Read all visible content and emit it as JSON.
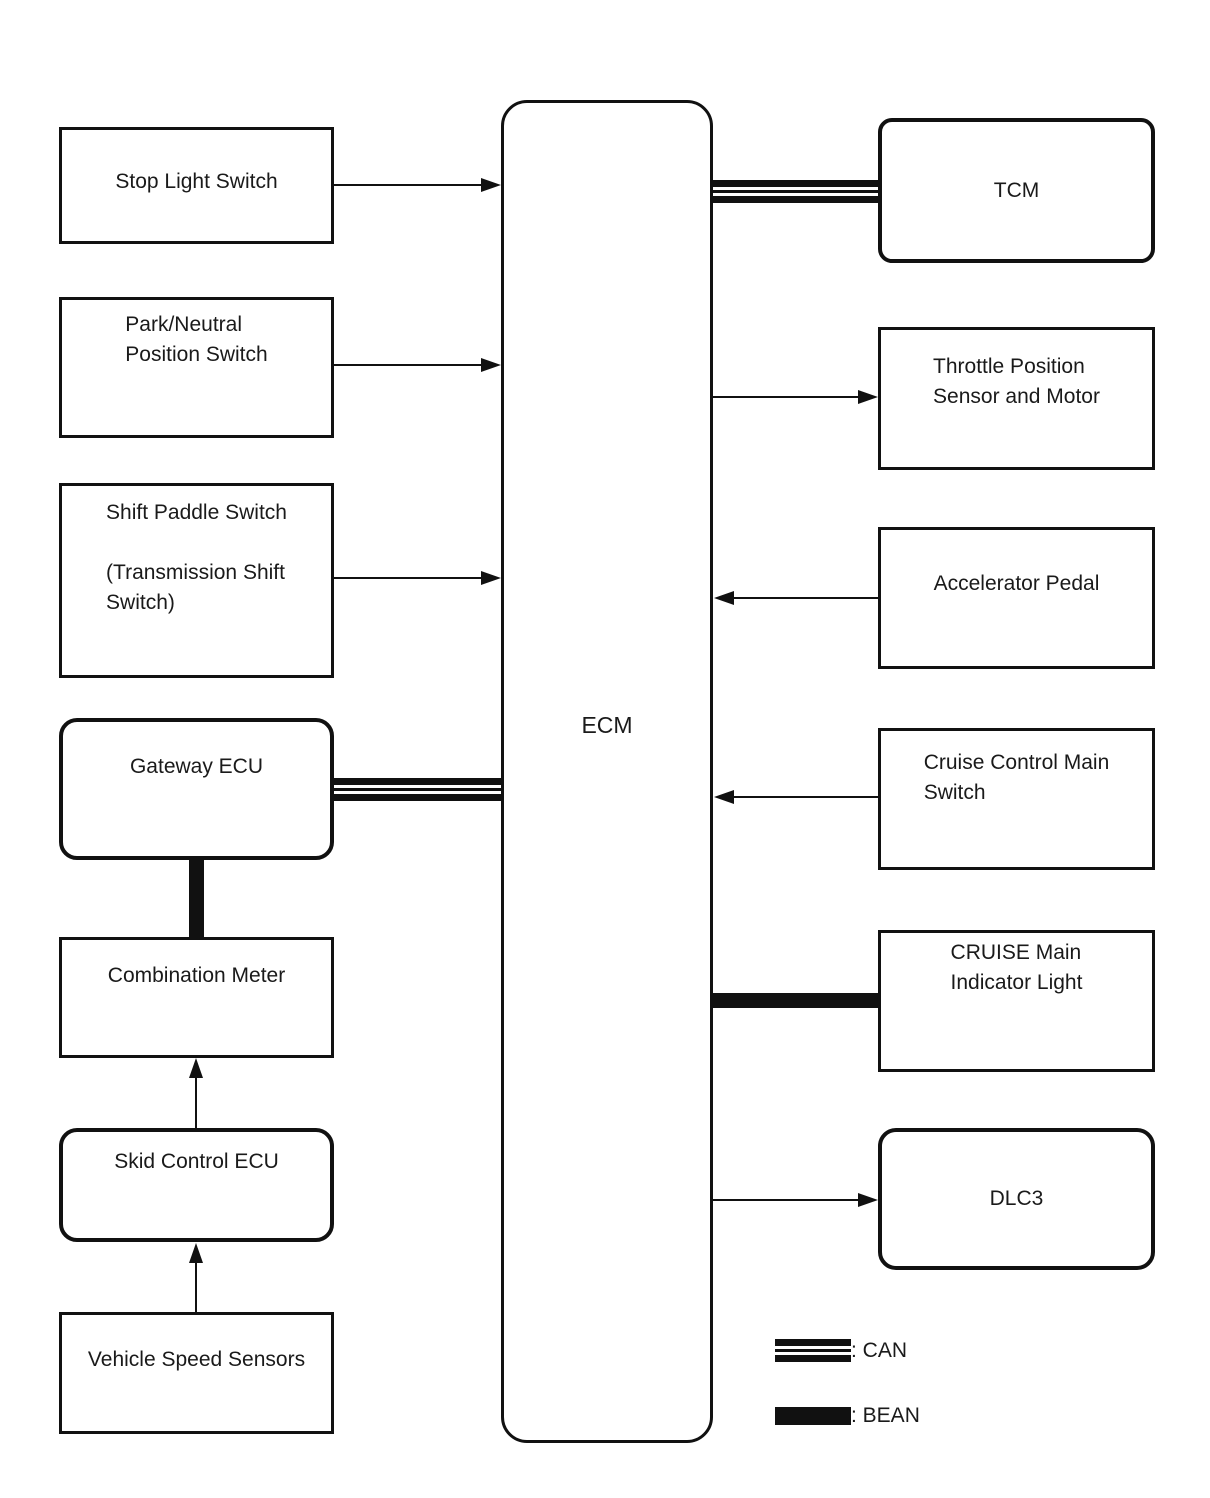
{
  "diagram": {
    "center": {
      "label": "ECM"
    },
    "left_boxes": [
      {
        "label": "Stop Light Switch"
      },
      {
        "label": "Park/Neutral\nPosition Switch"
      },
      {
        "label": "Shift Paddle Switch\n\n(Transmission Shift\nSwitch)"
      },
      {
        "label": "Gateway ECU"
      },
      {
        "label": "Combination Meter"
      },
      {
        "label": "Skid Control ECU"
      },
      {
        "label": "Vehicle Speed Sensors"
      }
    ],
    "right_boxes": [
      {
        "label": "TCM"
      },
      {
        "label": "Throttle Position\nSensor and Motor"
      },
      {
        "label": "Accelerator Pedal"
      },
      {
        "label": "Cruise Control Main\nSwitch"
      },
      {
        "label": "CRUISE Main\nIndicator Light"
      },
      {
        "label": "DLC3"
      }
    ],
    "connections": [
      {
        "from": "Stop Light Switch",
        "to": "ECM",
        "type": "arrow"
      },
      {
        "from": "Park/Neutral Position Switch",
        "to": "ECM",
        "type": "arrow"
      },
      {
        "from": "Shift Paddle Switch (Transmission Shift Switch)",
        "to": "ECM",
        "type": "arrow"
      },
      {
        "from": "Gateway ECU",
        "to": "ECM",
        "type": "CAN"
      },
      {
        "from": "Gateway ECU",
        "to": "Combination Meter",
        "type": "BEAN"
      },
      {
        "from": "Skid Control ECU",
        "to": "Combination Meter",
        "type": "arrow"
      },
      {
        "from": "Vehicle Speed Sensors",
        "to": "Skid Control ECU",
        "type": "arrow"
      },
      {
        "from": "ECM",
        "to": "TCM",
        "type": "CAN"
      },
      {
        "from": "ECM",
        "to": "Throttle Position Sensor and Motor",
        "type": "arrow"
      },
      {
        "from": "Accelerator Pedal",
        "to": "ECM",
        "type": "arrow"
      },
      {
        "from": "Cruise Control Main Switch",
        "to": "ECM",
        "type": "arrow"
      },
      {
        "from": "ECM",
        "to": "CRUISE Main Indicator Light",
        "type": "BEAN"
      },
      {
        "from": "ECM",
        "to": "DLC3",
        "type": "arrow"
      }
    ],
    "legend": [
      {
        "symbol": "can-triple-line",
        "label": ": CAN"
      },
      {
        "symbol": "bean-solid-bar",
        "label": ": BEAN"
      }
    ],
    "colors": {
      "line": "#111111",
      "background": "#ffffff",
      "text": "#1a1a1a"
    }
  }
}
